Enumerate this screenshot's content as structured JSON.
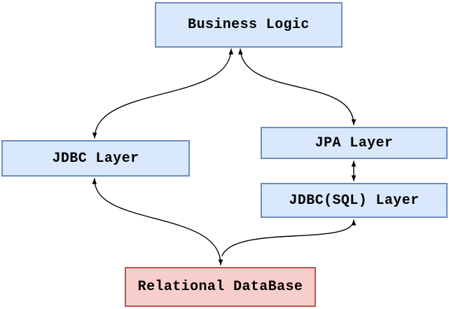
{
  "diagram": {
    "background": "#ffffff",
    "text_color": "#000000",
    "arrow_color": "#000000",
    "nodes": [
      {
        "id": "business-logic",
        "label": "Business Logic",
        "fill": "#dae8fc",
        "border": "#6c8ebf"
      },
      {
        "id": "jdbc-layer",
        "label": "JDBC Layer",
        "fill": "#dae8fc",
        "border": "#6c8ebf"
      },
      {
        "id": "jpa-layer",
        "label": "JPA Layer",
        "fill": "#dae8fc",
        "border": "#6c8ebf"
      },
      {
        "id": "jdbc-sql-layer",
        "label": "JDBC(SQL) Layer",
        "fill": "#dae8fc",
        "border": "#6c8ebf"
      },
      {
        "id": "relational-database",
        "label": "Relational DataBase",
        "fill": "#f8cecc",
        "border": "#b85450"
      }
    ],
    "edges": [
      {
        "from": "business-logic",
        "to": "jdbc-layer",
        "arrows": "both",
        "style": "curved"
      },
      {
        "from": "business-logic",
        "to": "jpa-layer",
        "arrows": "both",
        "style": "curved"
      },
      {
        "from": "jpa-layer",
        "to": "jdbc-sql-layer",
        "arrows": "both",
        "style": "straight"
      },
      {
        "from": "jdbc-layer",
        "to": "relational-database",
        "arrows": "both",
        "style": "curved"
      },
      {
        "from": "jdbc-sql-layer",
        "to": "relational-database",
        "arrows": "start-only",
        "style": "curved"
      }
    ]
  }
}
